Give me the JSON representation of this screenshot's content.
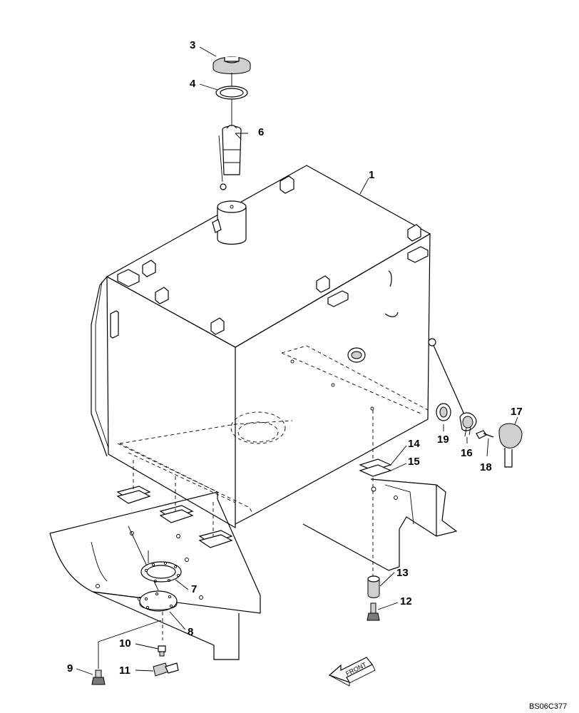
{
  "drawing_code": "BS06C377",
  "front_arrow_label": "FRONT",
  "callouts": [
    "1",
    "3",
    "4",
    "6",
    "7",
    "8",
    "9",
    "10",
    "11",
    "12",
    "13",
    "14",
    "15",
    "16",
    "17",
    "18",
    "19"
  ]
}
